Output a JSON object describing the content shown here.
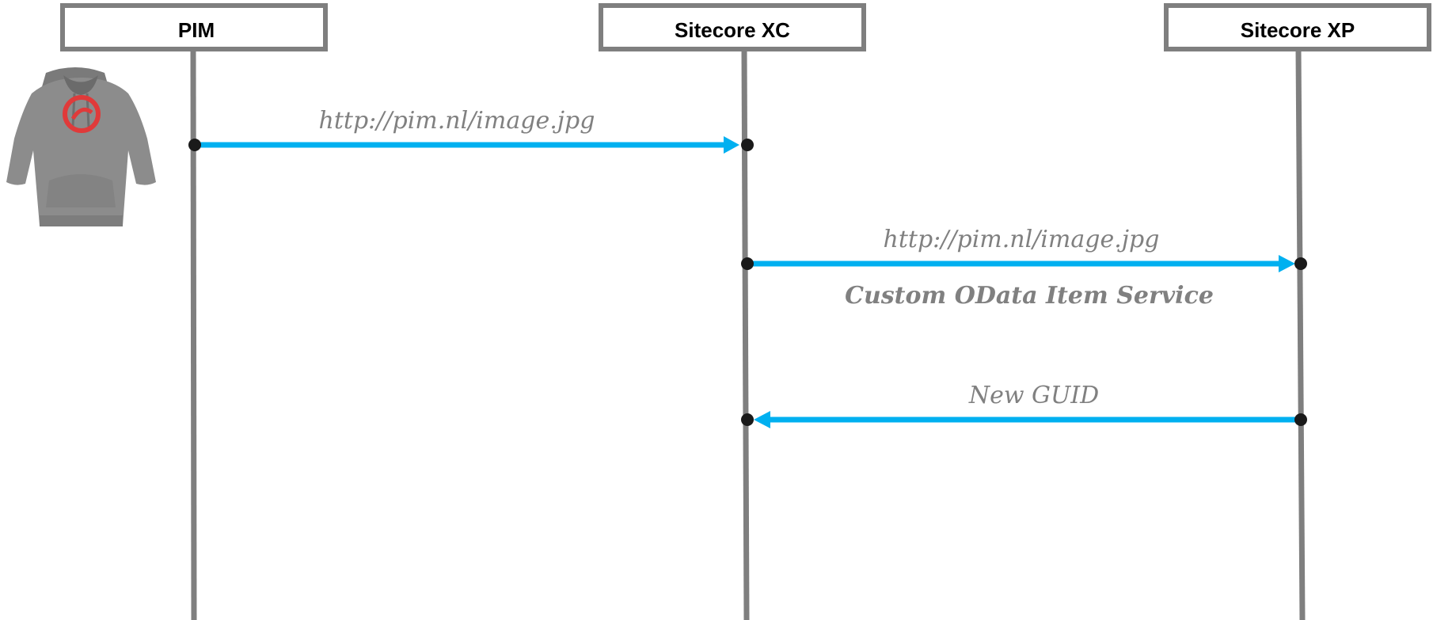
{
  "participants": [
    {
      "id": "pim",
      "label": "PIM"
    },
    {
      "id": "xc",
      "label": "Sitecore XC"
    },
    {
      "id": "xp",
      "label": "Sitecore XP"
    }
  ],
  "messages": [
    {
      "id": "m1",
      "from": "pim",
      "to": "xc",
      "label": "http://pim.nl/image.jpg",
      "sublabel": ""
    },
    {
      "id": "m2",
      "from": "xc",
      "to": "xp",
      "label": "http://pim.nl/image.jpg",
      "sublabel": "Custom OData Item Service"
    },
    {
      "id": "m3",
      "from": "xp",
      "to": "xc",
      "label": "New GUID",
      "sublabel": ""
    }
  ],
  "colors": {
    "lifeline": "#7f7f7f",
    "arrow": "#00b0f0",
    "endpoint": "#1a1a1a",
    "text": "#808080",
    "hoodie": "#8c8c8c",
    "logo": "#e03a3a"
  },
  "icons": {
    "actor": "hoodie-with-sitecore-logo"
  }
}
